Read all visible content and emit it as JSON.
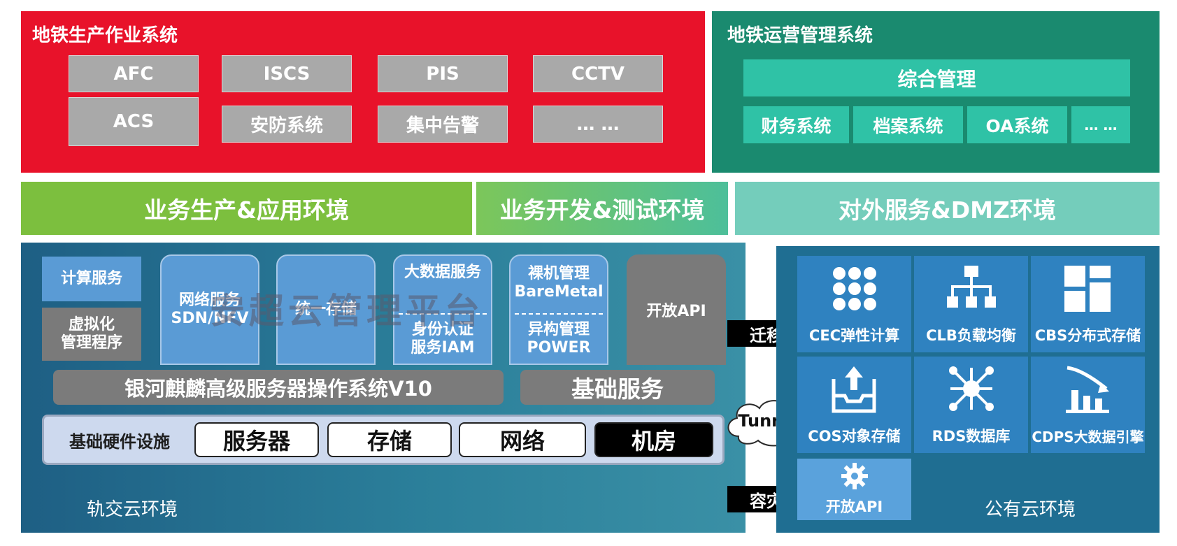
{
  "production": {
    "title": "地铁生产作业系统",
    "items": [
      "AFC",
      "ISCS",
      "PIS",
      "CCTV",
      "ACS",
      "安防系统",
      "集中告警",
      "…  …"
    ]
  },
  "operations": {
    "title": "地铁运营管理系统",
    "header": "综合管理",
    "items": [
      "财务系统",
      "档案系统",
      "OA系统",
      "… …"
    ]
  },
  "environments": [
    "业务生产&应用环境",
    "业务开发&测试环境",
    "对外服务&DMZ环境"
  ],
  "rail_cloud": {
    "compute": "计算服务",
    "virtualization": [
      "虚拟化",
      "管理程序"
    ],
    "network": [
      "网络服务",
      "SDN/NFV"
    ],
    "storage": "统一存储",
    "bigdata": "大数据服务",
    "identity": [
      "身份认证",
      "服务IAM"
    ],
    "baremetal": [
      "裸机管理",
      "BareMetal"
    ],
    "hetero": [
      "异构管理",
      "POWER"
    ],
    "open_api": "开放API",
    "os": "银河麒麟高级服务器操作系统V10",
    "basic": "基础服务",
    "hardware_label": "基础硬件设施",
    "hardware": [
      "服务器",
      "存储",
      "网络",
      "机房"
    ],
    "caption": "轨交云环境",
    "watermark": "安超云管理平台"
  },
  "links": {
    "migrate": "迁移",
    "tunnel": "Tunnel",
    "dr": "容灾"
  },
  "public_cloud": {
    "services": [
      {
        "label": "CEC弹性计算",
        "icon": "dots-grid-icon"
      },
      {
        "label": "CLB负载均衡",
        "icon": "hierarchy-icon"
      },
      {
        "label": "CBS分布式存储",
        "icon": "tiles-icon"
      },
      {
        "label": "COS对象存储",
        "icon": "upload-box-icon"
      },
      {
        "label": "RDS数据库",
        "icon": "network-node-icon"
      },
      {
        "label": "CDPS大数据引擎",
        "icon": "bar-chart-icon"
      },
      {
        "label": "开放API",
        "icon": "gear-icon"
      }
    ],
    "caption": "公有云环境"
  },
  "colors": {
    "red": "#e8122a",
    "teal_dark": "#1a8a6f",
    "teal_light": "#2fc2a6",
    "green": "#7cbf3e",
    "green_light": "#55c08a",
    "mint": "#74cdbb",
    "rail_blue": "#1e5f84",
    "public_blue": "#1f6e92"
  }
}
